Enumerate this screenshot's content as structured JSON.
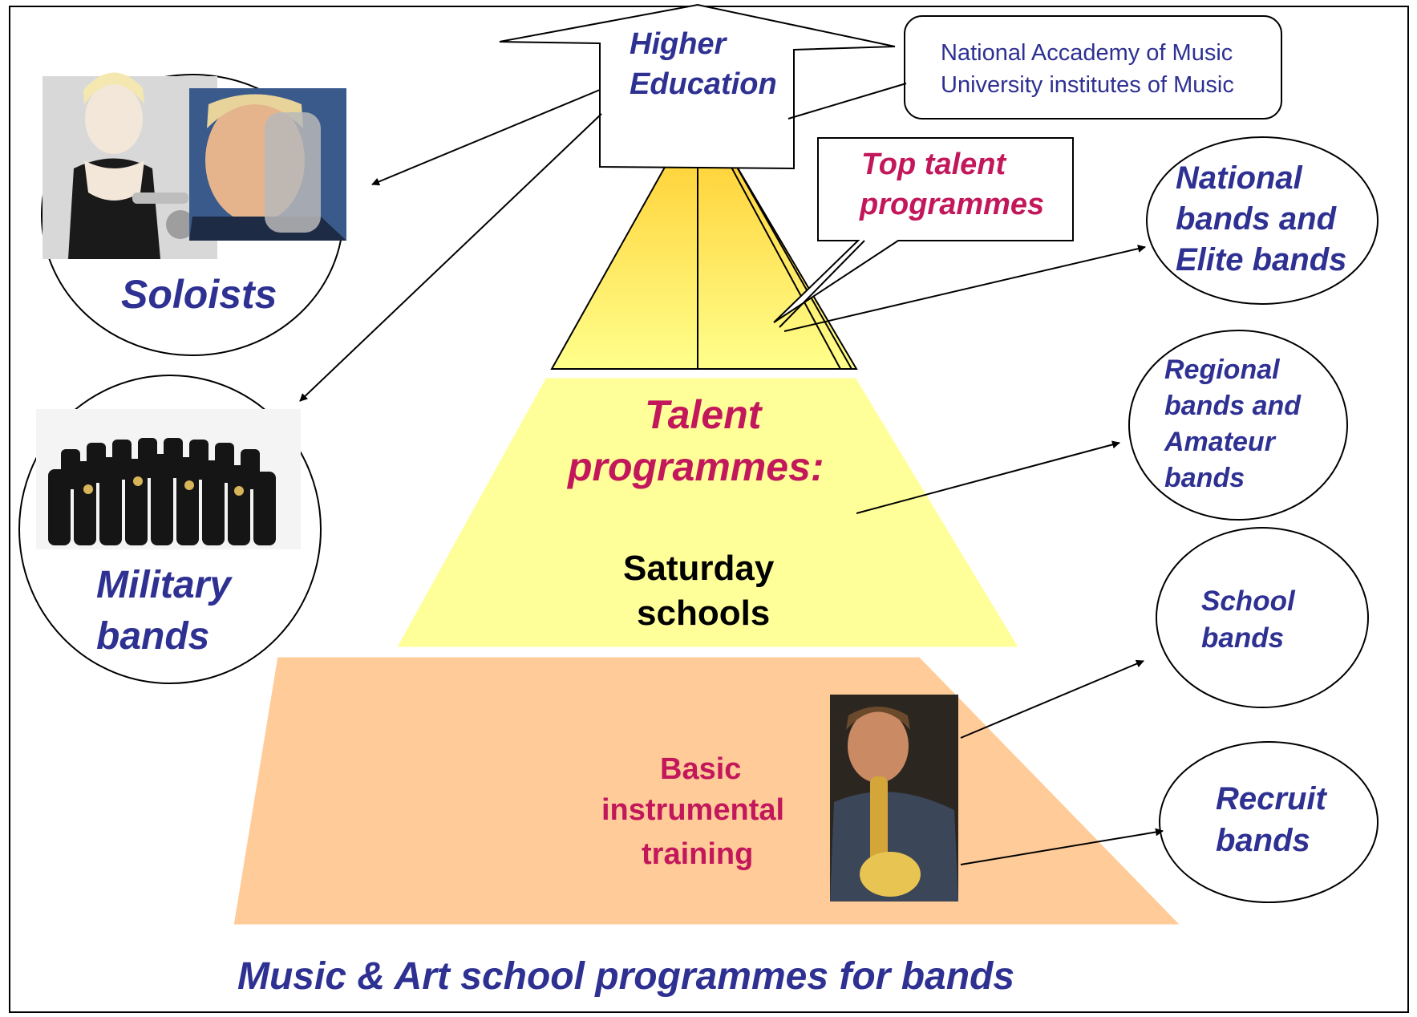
{
  "higher_education": {
    "line1": "Higher",
    "line2": "Education"
  },
  "academy": {
    "line1": "National Accademy of Music",
    "line2": "University institutes of Music"
  },
  "top_talent": {
    "line1": "Top talent",
    "line2": "programmes"
  },
  "talent": {
    "line1": "Talent",
    "line2": "programmes:"
  },
  "saturday": {
    "line1": "Saturday",
    "line2": "schools"
  },
  "basic": {
    "line1": "Basic",
    "line2": "instrumental",
    "line3": "training"
  },
  "soloists": "Soloists",
  "military": {
    "line1": "Military",
    "line2": "bands"
  },
  "national": {
    "line1": "National",
    "line2": "bands and",
    "line3": "Elite bands"
  },
  "regional": {
    "line1": "Regional",
    "line2": "bands and",
    "line3": "Amateur",
    "line4": "bands"
  },
  "school_bands": {
    "line1": "School",
    "line2": "bands"
  },
  "recruit_bands": {
    "line1": "Recruit",
    "line2": "bands"
  },
  "footer": "Music & Art school programmes for bands",
  "colors": {
    "navy": "#2e3192",
    "magenta": "#c2185b",
    "pyramid_top": "#ffe26a",
    "pyramid_mid": "#ffff99",
    "pyramid_base": "#ffcc99"
  }
}
